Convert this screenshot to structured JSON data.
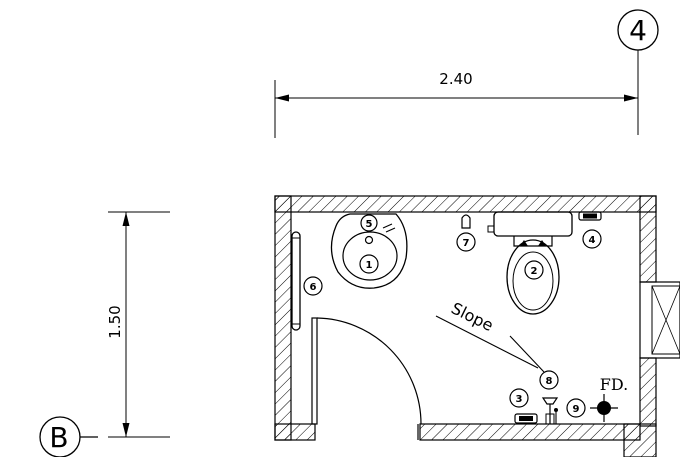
{
  "grid": {
    "column": "4",
    "row": "B"
  },
  "dimensions": {
    "width": "2.40",
    "height": "1.50"
  },
  "fixtures": [
    {
      "id": "1",
      "name": "washbasin"
    },
    {
      "id": "2",
      "name": "toilet"
    },
    {
      "id": "3",
      "name": "item-3"
    },
    {
      "id": "4",
      "name": "item-4"
    },
    {
      "id": "5",
      "name": "faucet"
    },
    {
      "id": "6",
      "name": "grab-bar"
    },
    {
      "id": "7",
      "name": "item-7"
    },
    {
      "id": "8",
      "name": "item-8"
    },
    {
      "id": "9",
      "name": "item-9"
    }
  ],
  "annotations": {
    "slope": "Slope",
    "floor_drain": "FD."
  }
}
